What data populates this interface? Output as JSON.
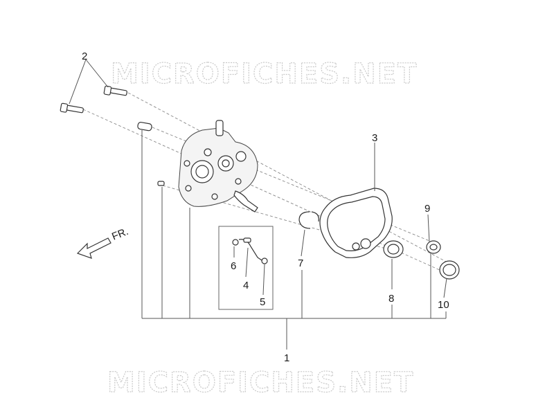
{
  "watermark": "MICROFICHES.NET",
  "direction_label": "FR.",
  "callouts": [
    "1",
    "2",
    "3",
    "4",
    "5",
    "6",
    "7",
    "8",
    "9",
    "10"
  ]
}
